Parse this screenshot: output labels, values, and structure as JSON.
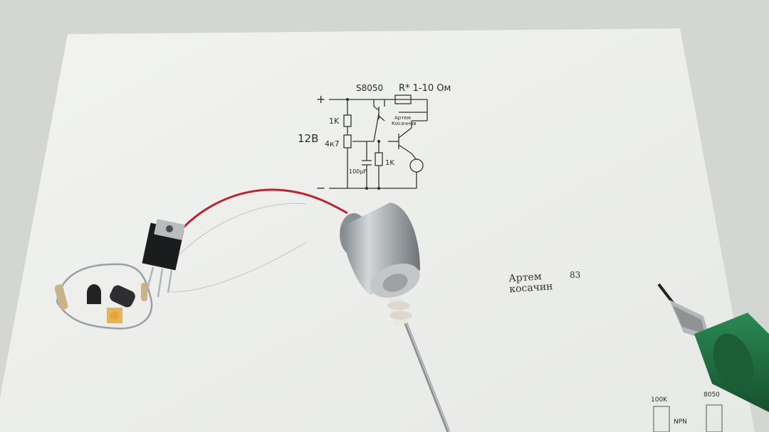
{
  "schematic": {
    "plus": "+",
    "minus": "−",
    "transistor_top": "S8050",
    "resistor_label": "R* 1-10 Ом",
    "r1": "1K",
    "pot": "4к7",
    "voltage": "12В",
    "cap": "100μF",
    "r2": "1K",
    "signature_1": "Артем",
    "signature_2": "Косачнов"
  },
  "note": {
    "line1": "Артем",
    "line2": "косачин",
    "number": "83"
  },
  "corner_sketch": {
    "label_a": "100K",
    "label_b": "NPN",
    "label_c": "8050"
  },
  "colors": {
    "paper": "#f4f5f3",
    "table": "#d3d6d1",
    "wire_red": "#b8262f",
    "motor_metal": "#a9adb0",
    "drill_green": "#1f6b3f"
  }
}
